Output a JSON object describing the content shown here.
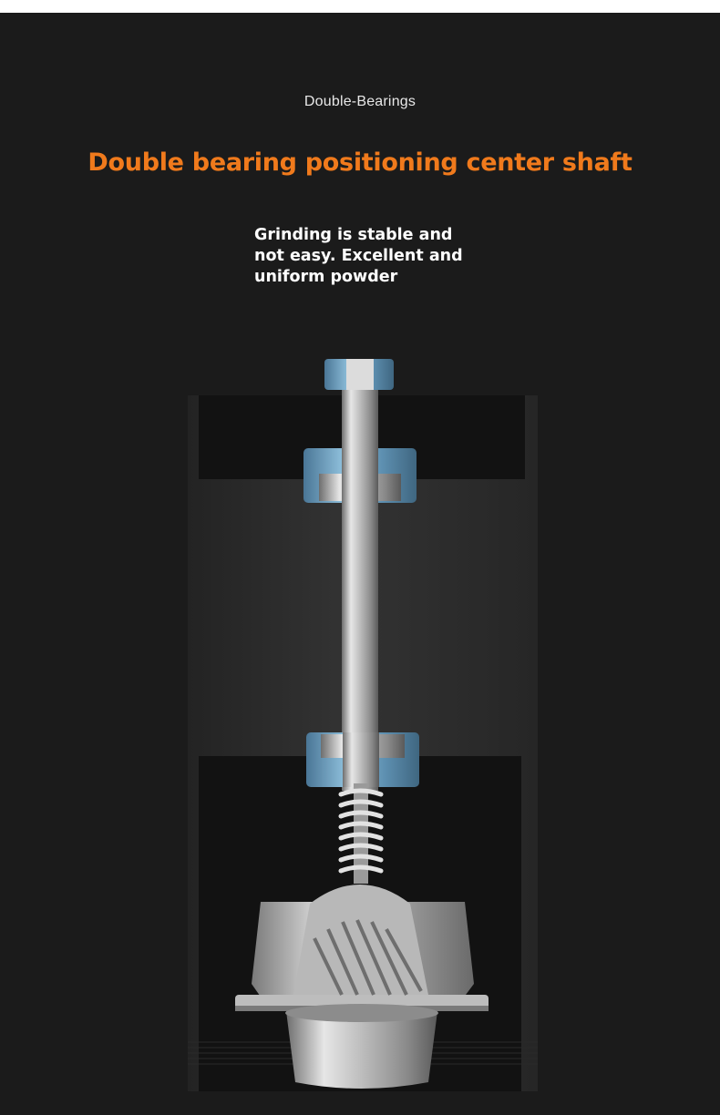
{
  "header": {
    "subtitle": "Double-Bearings",
    "headline": "Double bearing positioning center shaft",
    "headline_color": "#f07a1c"
  },
  "description": {
    "lines": [
      "Grinding is stable and",
      "not easy. Excellent and",
      "uniform powder"
    ]
  },
  "illustration": {
    "subject": "grinder-core-cutaway",
    "colors": {
      "background": "#1b1b1b",
      "housing": "#2e2e2e",
      "bearing": "#5d8fb0",
      "steel": "#c9c9c9"
    }
  }
}
